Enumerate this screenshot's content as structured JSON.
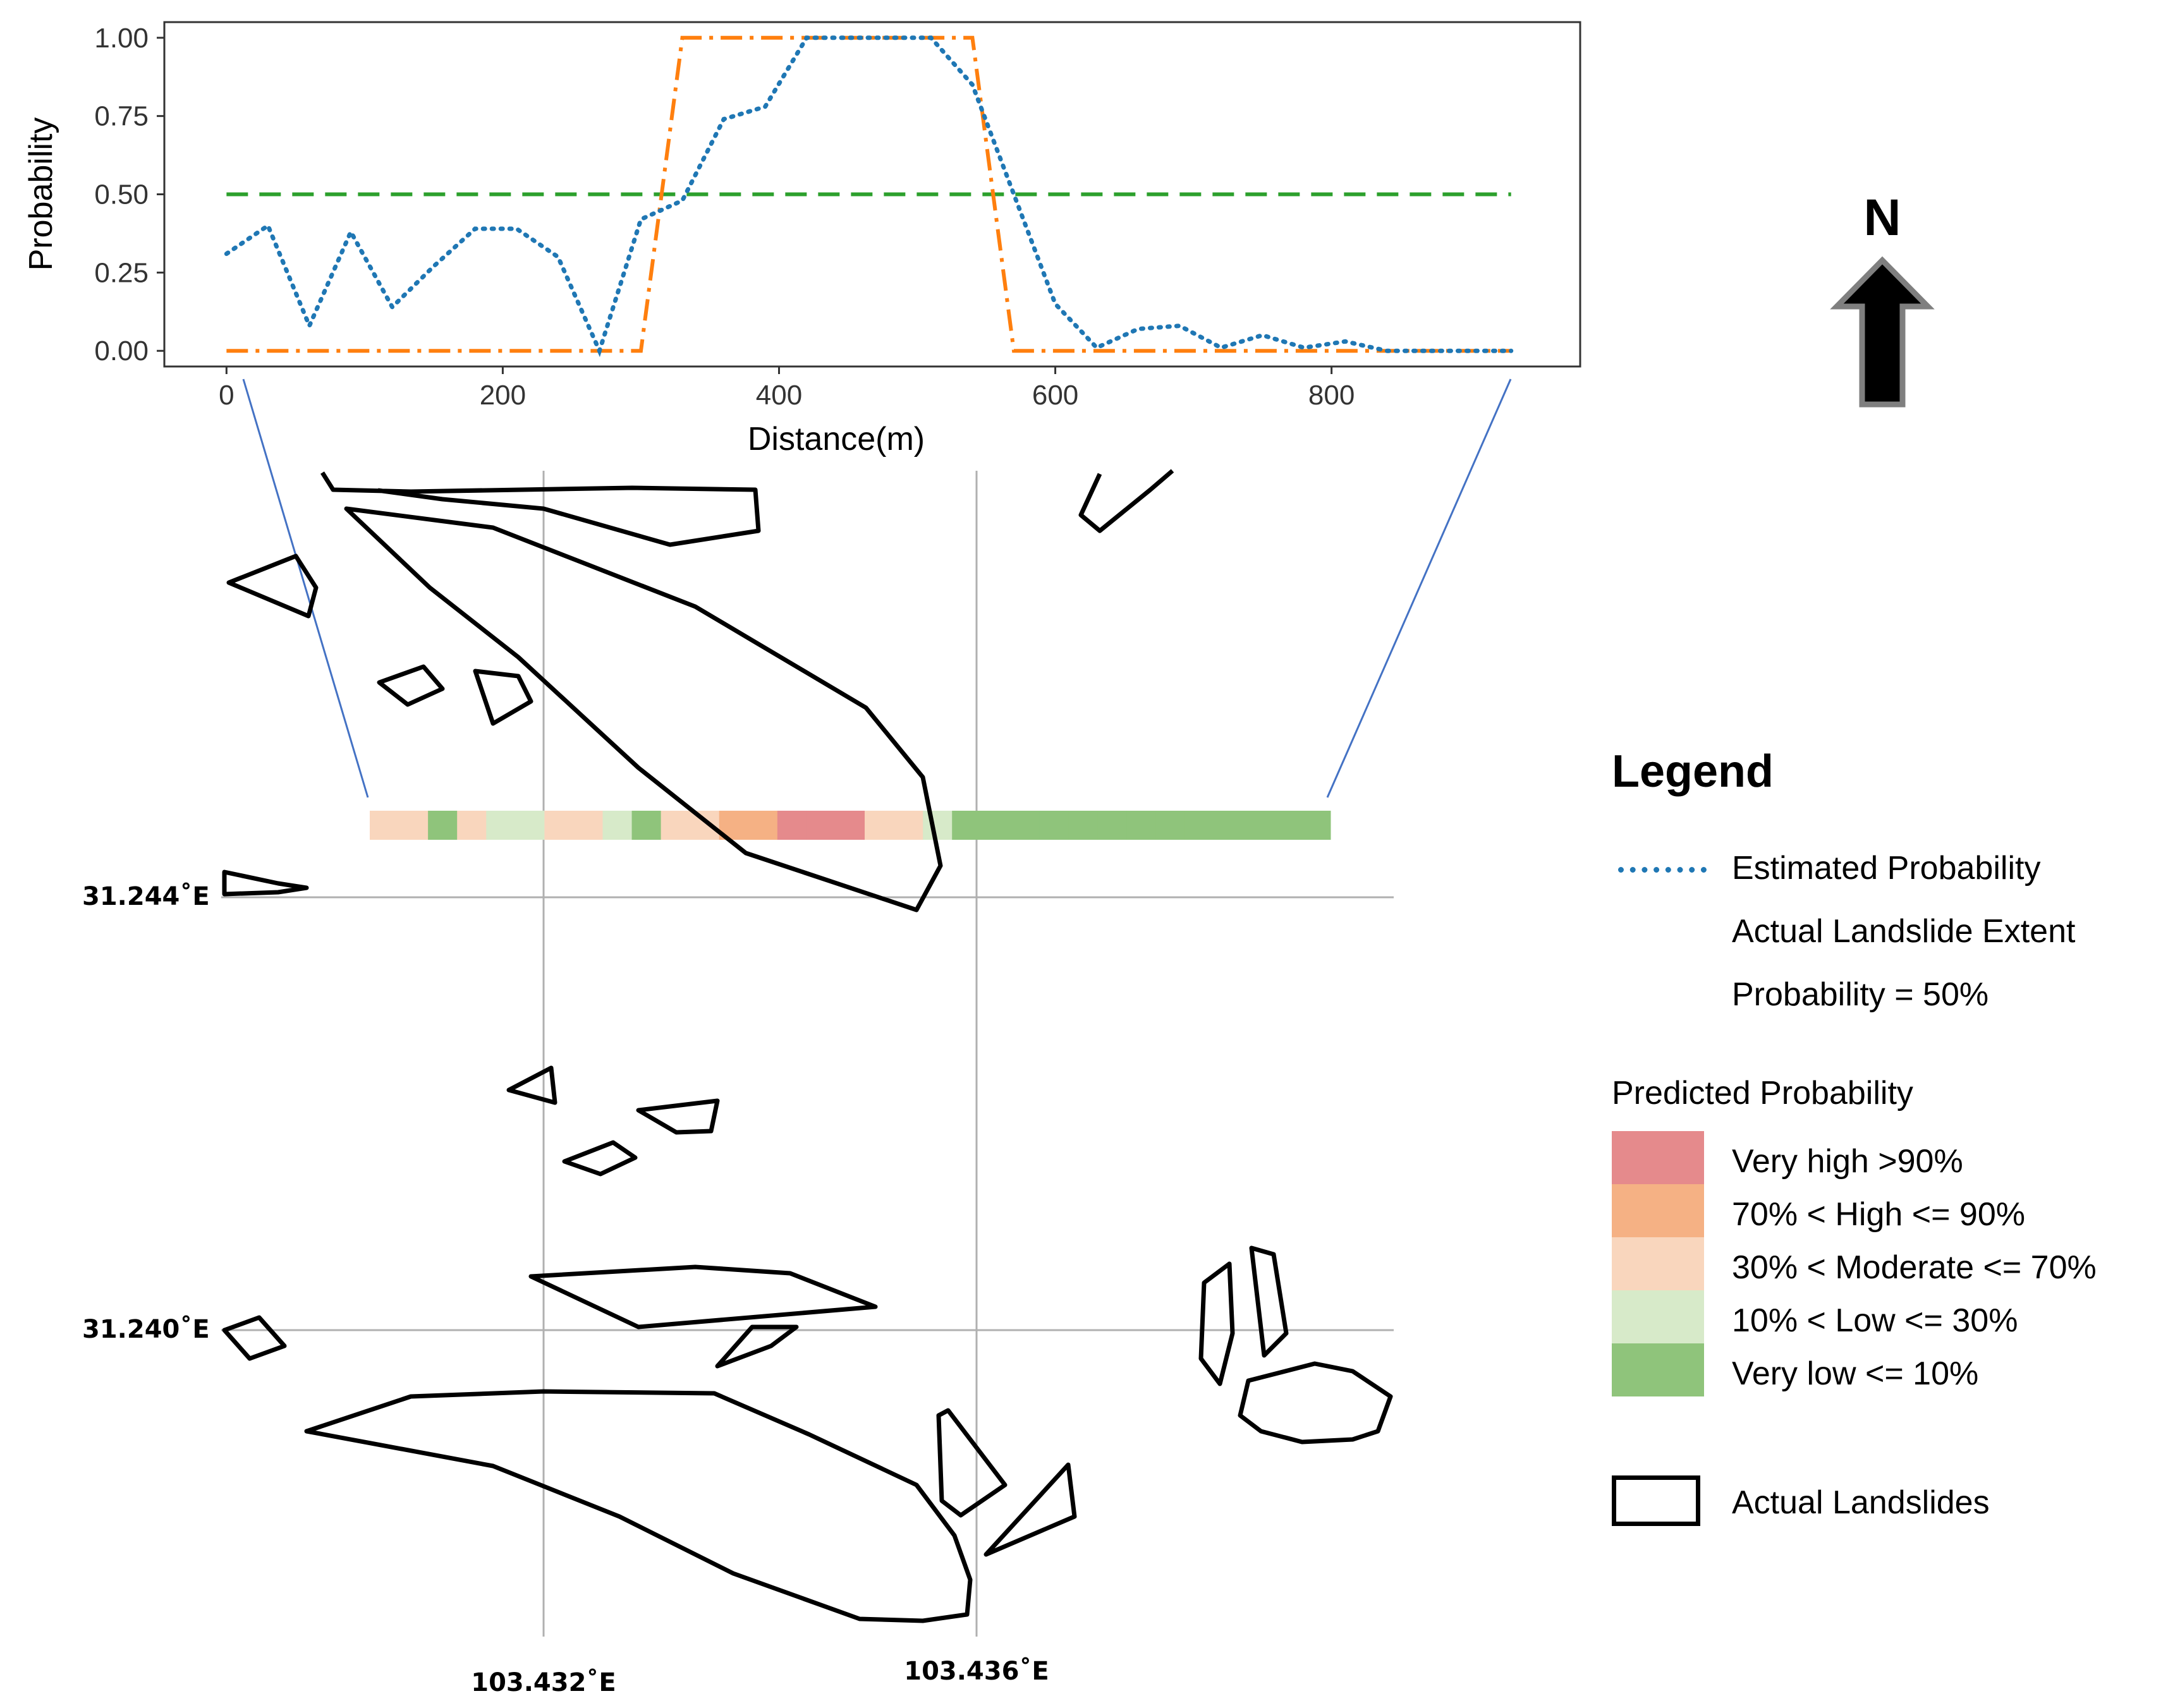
{
  "chart_data": {
    "type": "line",
    "xlabel": "Distance(m)",
    "ylabel": "Probability",
    "xlim": [
      -45,
      980
    ],
    "ylim": [
      -0.05,
      1.05
    ],
    "x_ticks": [
      0,
      200,
      400,
      600,
      800
    ],
    "y_ticks": [
      0.0,
      0.25,
      0.5,
      0.75,
      1.0
    ],
    "x_tick_labels": [
      "0",
      "200",
      "400",
      "600",
      "800"
    ],
    "y_tick_labels": [
      "0.00",
      "0.25",
      "0.50",
      "0.75",
      "1.00"
    ],
    "grid": false,
    "series": [
      {
        "name": "Estimated Probability",
        "style": "dotted",
        "color": "#1f77b4",
        "x": [
          0,
          30,
          60,
          90,
          120,
          150,
          180,
          210,
          240,
          270,
          300,
          330,
          360,
          390,
          420,
          450,
          480,
          510,
          540,
          570,
          600,
          630,
          660,
          690,
          720,
          750,
          780,
          810,
          840,
          870,
          900,
          930
        ],
        "y": [
          0.31,
          0.4,
          0.08,
          0.38,
          0.14,
          0.27,
          0.39,
          0.39,
          0.3,
          0.0,
          0.42,
          0.48,
          0.74,
          0.78,
          1.0,
          1.0,
          1.0,
          1.0,
          0.85,
          0.5,
          0.15,
          0.01,
          0.07,
          0.08,
          0.01,
          0.05,
          0.01,
          0.03,
          0.0,
          0.0,
          0.0,
          0.0
        ]
      },
      {
        "name": "Actual Landslide Extent",
        "style": "dashdot",
        "color": "#ff7f0e",
        "x": [
          0,
          300,
          330,
          540,
          570,
          930
        ],
        "y": [
          0,
          0,
          1,
          1,
          0,
          0
        ]
      },
      {
        "name": "Probability = 50%",
        "style": "dashed",
        "color": "#2ca02c",
        "x": [
          0,
          930
        ],
        "y": [
          0.5,
          0.5
        ]
      }
    ]
  },
  "map": {
    "lat_labels": [
      "31.244˚E",
      "31.240˚E"
    ],
    "lon_labels": [
      "103.432˚E",
      "103.436˚E"
    ],
    "north_label": "N",
    "transect_classes": [
      "Moderate",
      "Moderate",
      "Very low",
      "Moderate",
      "Low",
      "Low",
      "Moderate",
      "Moderate",
      "Low",
      "Very low",
      "Moderate",
      "Moderate",
      "High",
      "High",
      "Very high",
      "Very high",
      "Very high",
      "Moderate",
      "Moderate",
      "Low",
      "Very low",
      "Very low",
      "Very low",
      "Very low",
      "Very low",
      "Very low",
      "Very low",
      "Very low",
      "Very low",
      "Very low",
      "Very low",
      "Very low",
      "Very low"
    ]
  },
  "legend": {
    "title": "Legend",
    "lines": [
      {
        "label": "Estimated Probability",
        "color": "#1f77b4",
        "style": "dotted"
      },
      {
        "label": "Actual Landslide Extent",
        "color": "#ff7f0e",
        "style": "dashdot"
      },
      {
        "label": "Probability = 50%",
        "color": "#2ca02c",
        "style": "dashed"
      }
    ],
    "predicted_title": "Predicted Probability",
    "classes": [
      {
        "key": "Very high",
        "label": "Very high >90%",
        "color": "#e58a8c"
      },
      {
        "key": "High",
        "label": "70% < High <= 90%",
        "color": "#f5b184"
      },
      {
        "key": "Moderate",
        "label": "30% < Moderate <= 70%",
        "color": "#f9d6bd"
      },
      {
        "key": "Low",
        "label": "10% < Low <= 30%",
        "color": "#d7eac9"
      },
      {
        "key": "Very low",
        "label": "Very low <= 10%",
        "color": "#8fc47b"
      }
    ],
    "landslides_label": "Actual Landslides"
  }
}
